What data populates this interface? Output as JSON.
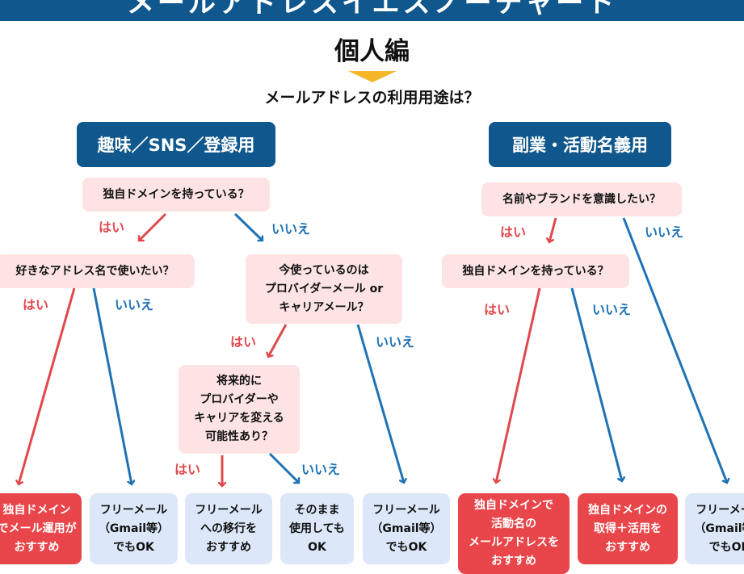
{
  "banner": {
    "title": "メールアドレスイエスノーチャート"
  },
  "title": "個人編",
  "main_question": "メールアドレスの利用用途は？",
  "colors": {
    "navy": "#0f578c",
    "yes": "#e0484d",
    "no": "#1e72b5",
    "question_bg": "#fde3e3",
    "result_red": "#e8464a",
    "result_blue": "#dce8f9",
    "accent_arrow": "#f5b72a"
  },
  "labels": {
    "yes": "はい",
    "no": "いいえ"
  },
  "categories": [
    {
      "label": "趣味／SNS／登録用"
    },
    {
      "label": "副業・活動名義用"
    }
  ],
  "questions": [
    {
      "text": "独自ドメインを持っている？"
    },
    {
      "text": "好きなアドレス名で使いたい？"
    },
    {
      "text": "今使っているのは\nプロバイダーメール or\nキャリアメール？"
    },
    {
      "text": "将来的に\nプロバイダーや\nキャリアを変える\n可能性あり？"
    },
    {
      "text": "名前やブランドを意識したい？"
    },
    {
      "text": "独自ドメインを持っている？"
    }
  ],
  "results": [
    {
      "text": "独自ドメイン\nでメール運用が\nおすすめ",
      "style": "red"
    },
    {
      "text": "フリーメール\n（Gmail等）\nでもOK",
      "style": "blue"
    },
    {
      "text": "フリーメール\nへの移行を\nおすすめ",
      "style": "blue"
    },
    {
      "text": "そのまま\n使用しても\nOK",
      "style": "blue"
    },
    {
      "text": "フリーメール\n（Gmail等）\nでもOK",
      "style": "blue"
    },
    {
      "text": "独自ドメインで\n活動名の\nメールアドレスを\nおすすめ",
      "style": "red"
    },
    {
      "text": "独自ドメインの\n取得＋活用を\nおすすめ",
      "style": "red"
    },
    {
      "text": "フリーメール\n（Gmail等）\nでもOK",
      "style": "blue"
    }
  ]
}
